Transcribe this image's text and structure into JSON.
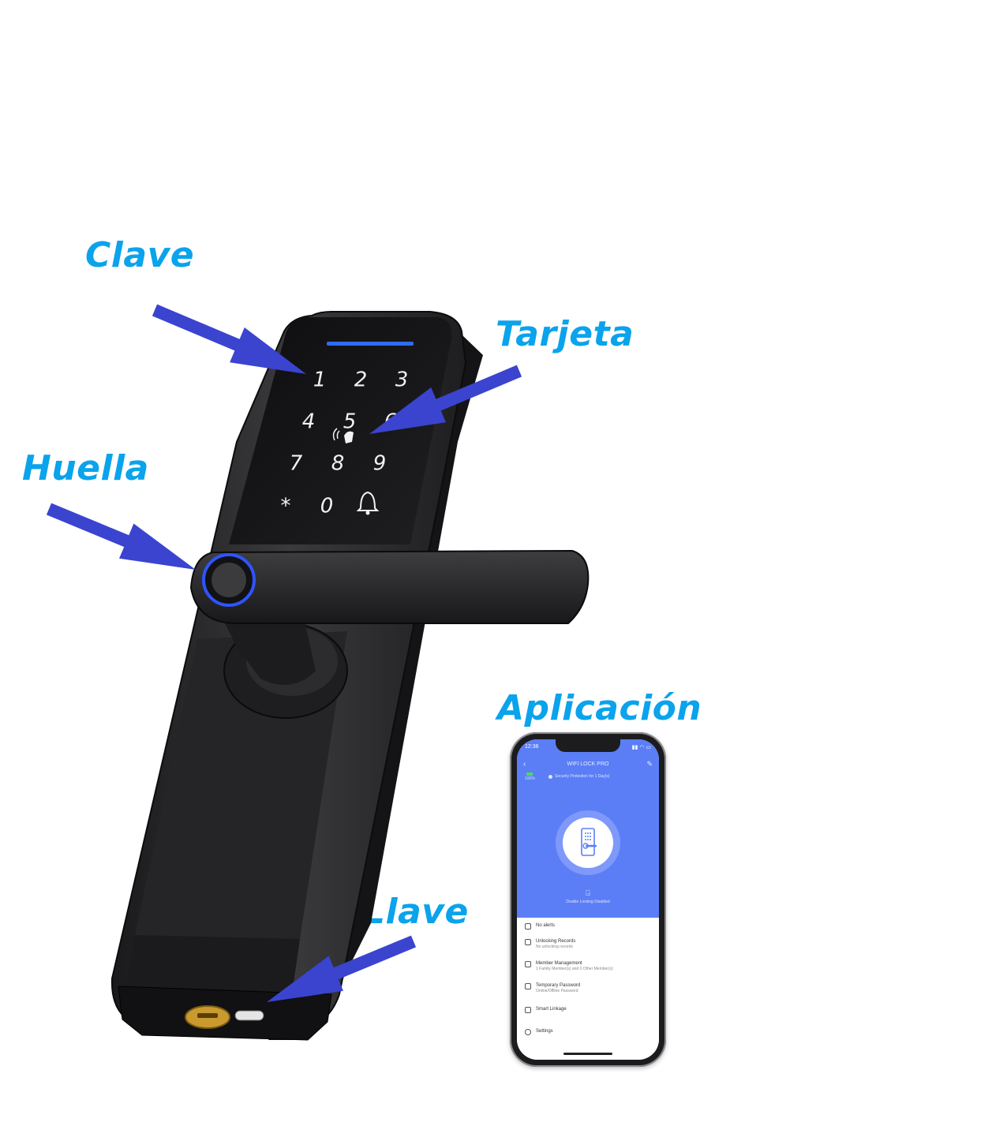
{
  "labels": {
    "clave": "Clave",
    "tarjeta": "Tarjeta",
    "huella": "Huella",
    "aplicacion": "Aplicación",
    "llave": "Llave"
  },
  "colors": {
    "label": "#0aa3ec",
    "arrow": "#3b44cf",
    "lock_body": "#2a2a2c",
    "indicator": "#2f6bff",
    "app_blue": "#5b7ef6"
  },
  "keypad": {
    "keys": [
      "1",
      "2",
      "3",
      "4",
      "5",
      "6",
      "7",
      "8",
      "9",
      "*",
      "0",
      "bell-icon"
    ]
  },
  "phone": {
    "status_time": "12:36",
    "status_icons": "▮▮ ◠ ▭",
    "app_title": "WIFI LOCK PRO",
    "battery_label": "100%",
    "security_text": "Security Protection for 1 Day(s)",
    "double_locking": "Double Locking Disabled",
    "menu": [
      {
        "title": "No alerts",
        "sub": ""
      },
      {
        "title": "Unlocking Records",
        "sub": "No unlocking records"
      },
      {
        "title": "Member Management",
        "sub": "1 Family Member(s) and 0 Other Member(s)"
      },
      {
        "title": "Temporary Password",
        "sub": "Online/Offline Password"
      },
      {
        "title": "Smart Linkage",
        "sub": ""
      },
      {
        "title": "Settings",
        "sub": ""
      }
    ]
  }
}
